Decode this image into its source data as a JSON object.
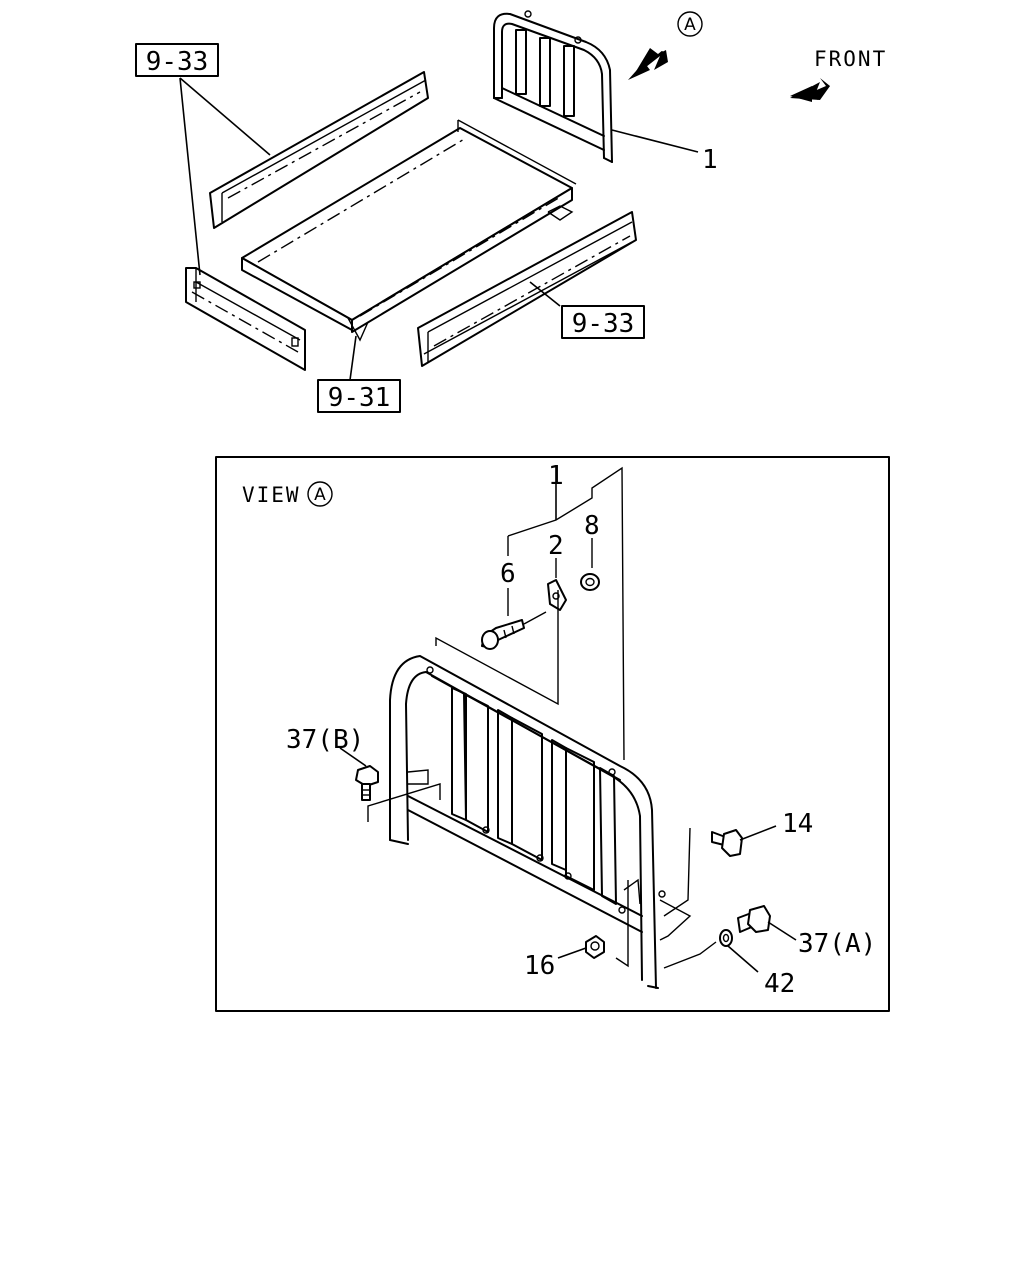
{
  "front_label": "FRONT",
  "view_marker": "A",
  "view_title": "VIEW",
  "refs": {
    "r933_top": "9-33",
    "r933_right": "9-33",
    "r931": "9-31"
  },
  "parts": {
    "p1_top": "1",
    "p1": "1",
    "p2": "2",
    "p6": "6",
    "p8": "8",
    "p14": "14",
    "p16": "16",
    "p37a": "37(A)",
    "p37b": "37(B)",
    "p42": "42"
  }
}
